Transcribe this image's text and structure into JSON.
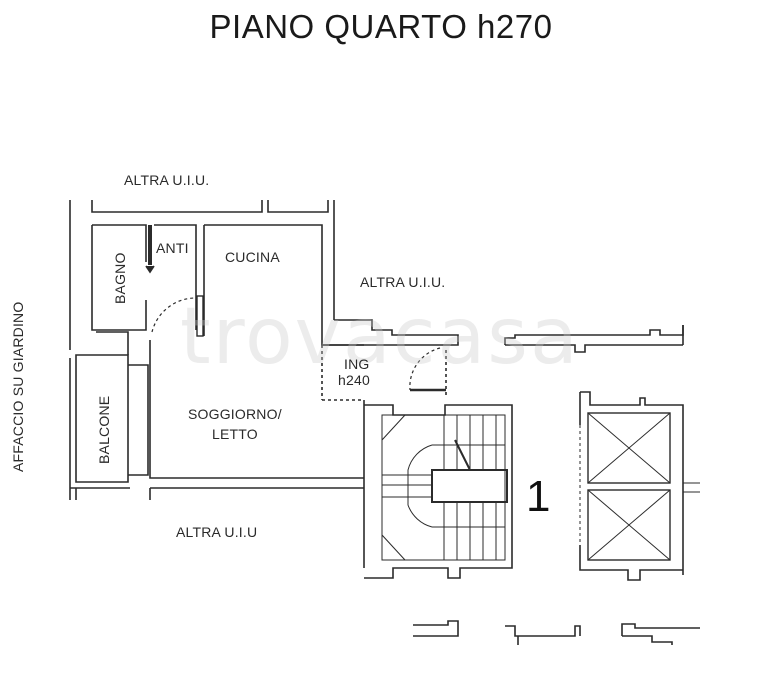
{
  "title": "PIANO QUARTO h270",
  "labels": {
    "altra_top": "ALTRA U.I.U.",
    "altra_right": "ALTRA U.I.U.",
    "altra_bottom": "ALTRA U.I.U",
    "affaccio": "AFFACCIO SU GIARDINO",
    "bagno": "BAGNO",
    "anti": "ANTI",
    "cucina": "CUCINA",
    "balcone": "BALCONE",
    "soggiorno_line1": "SOGGIORNO/",
    "soggiorno_line2": "LETTO",
    "ing_line1": "ING",
    "ing_line2": "h240",
    "stair_number": "1"
  },
  "watermark": "trovacasa",
  "colors": {
    "line": "#2b2b2b",
    "background": "#ffffff",
    "watermark": "#c8c8c8"
  }
}
